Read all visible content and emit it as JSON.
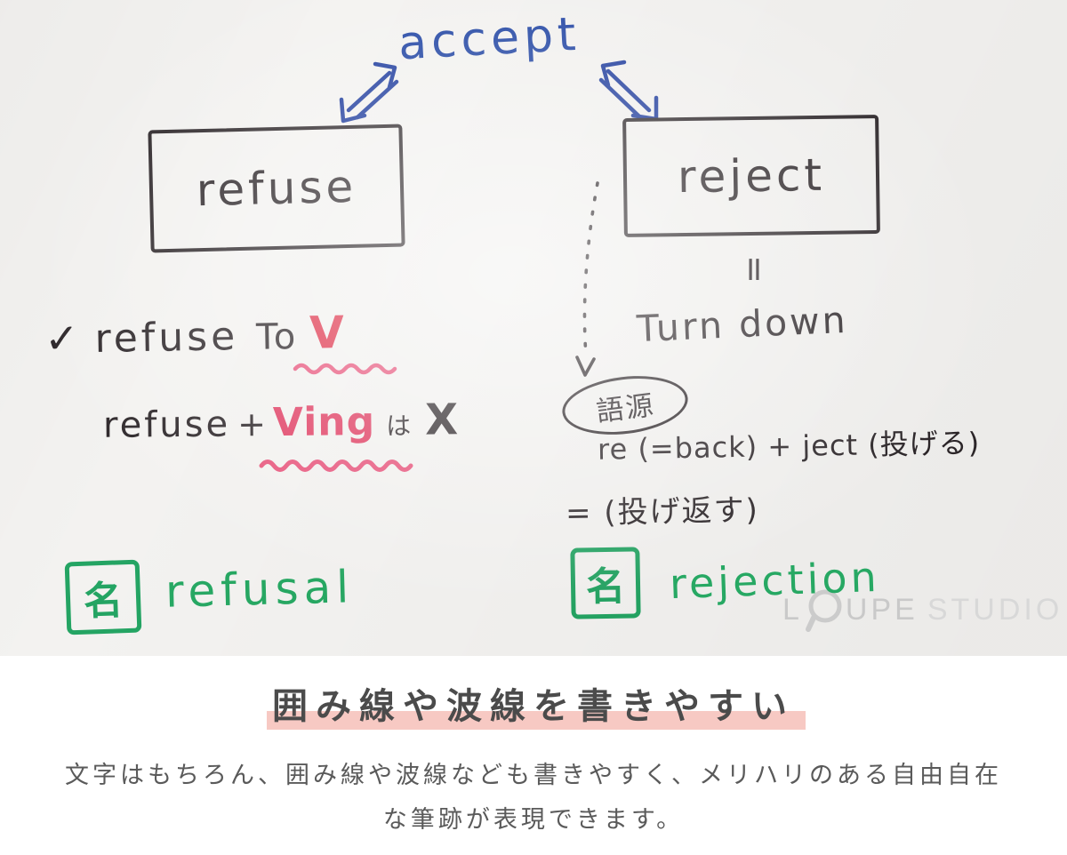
{
  "colors": {
    "marker_black": "#2c2629",
    "marker_blue": "#1e42a2",
    "marker_pink": "#e8527a",
    "marker_red": "#df3048",
    "marker_green": "#27a863",
    "highlight_pink": "#f7c9c3",
    "heading_text": "#4b4b4b",
    "body_text": "#5a5a5a",
    "whiteboard_bg": "#f3f2f0"
  },
  "whiteboard": {
    "accept": "accept",
    "refuse": "refuse",
    "reject": "reject",
    "equals_vertical": "=",
    "turn_down": "Turn down",
    "etymology": {
      "label": "語源",
      "line1": "re (=back) + ject (投げる)",
      "line2": "= (投げ返す)"
    },
    "usage": {
      "check": "✓",
      "line1_word": "refuse",
      "line1_to": "To",
      "line1_v": "V",
      "line2_word": "refuse",
      "line2_plus": "+",
      "line2_ving": "Ving",
      "line2_particle": "は",
      "line2_cross": "X"
    },
    "nouns": {
      "tag": "名",
      "refusal": "refusal",
      "rejection": "rejection"
    },
    "watermark": {
      "part1": "L",
      "part2": "UPE",
      "part3": "STUDIO"
    }
  },
  "caption": {
    "heading": "囲み線や波線を書きやすい",
    "body_line1": "文字はもちろん、囲み線や波線なども書きやすく、メリハリのある自由自在",
    "body_line2": "な筆跡が表現できます。"
  }
}
